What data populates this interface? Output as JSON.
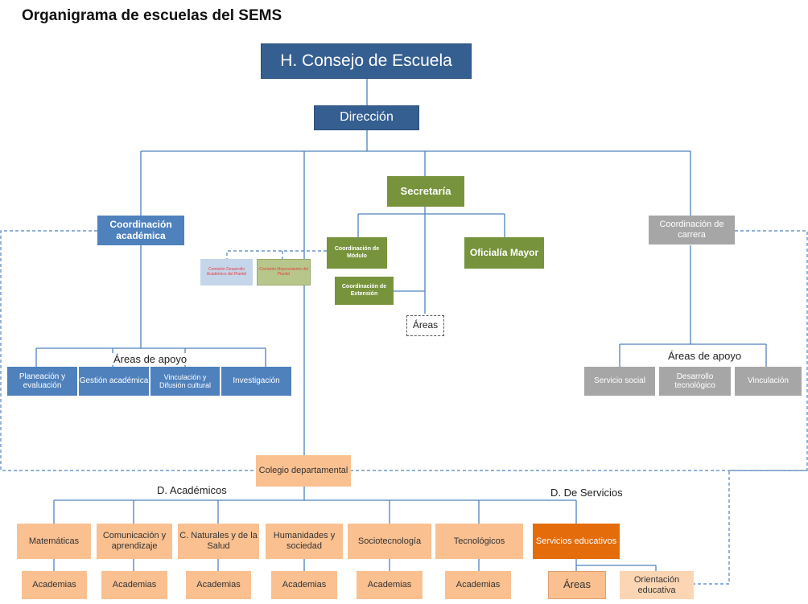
{
  "title": "Organigrama de escuelas del SEMS",
  "top": {
    "consejo": "H. Consejo de Escuela",
    "direccion": "Dirección",
    "secretaria": "Secretaría"
  },
  "coord_academica": "Coordinación académica",
  "coord_carrera": "Coordinación de carrera",
  "comisiones": {
    "desarrollo": "Comisión Desarrollo Académico del Plantel",
    "mejoramiento": "Comisión Mejoramiento del Plantel"
  },
  "secretaria_units": {
    "modulo": "Coordinación de Módulo",
    "extension": "Coordinación de Extensión",
    "oficialia": "Oficialía Mayor",
    "areas": "Áreas"
  },
  "areas_apoyo_label": "Áreas de apoyo",
  "apoyo_academico": [
    "Planeación y evaluación",
    "Gestión académica",
    "Vinculación y Difusión cultural",
    "Investigación"
  ],
  "apoyo_carrera": [
    "Servicio social",
    "Desarrollo tecnológico",
    "Vinculación"
  ],
  "colegio": "Colegio departamental",
  "d_academicos": "D. Académicos",
  "d_servicios": "D. De Servicios",
  "departamentos": [
    "Matemáticas",
    "Comunicación y aprendizaje",
    "C. Naturales y de la Salud",
    "Humanidades y sociedad",
    "Sociotecnología",
    "Tecnológicos"
  ],
  "academias": "Academias",
  "servicios": "Servicios educativos",
  "servicios_areas": "Áreas",
  "orientacion": "Orientación educativa",
  "colors": {
    "navy": "#355f91",
    "blue": "#4f81bd",
    "green": "#77933c",
    "gray": "#a6a6a6",
    "peach": "#fac090",
    "orange": "#e46c0a"
  }
}
